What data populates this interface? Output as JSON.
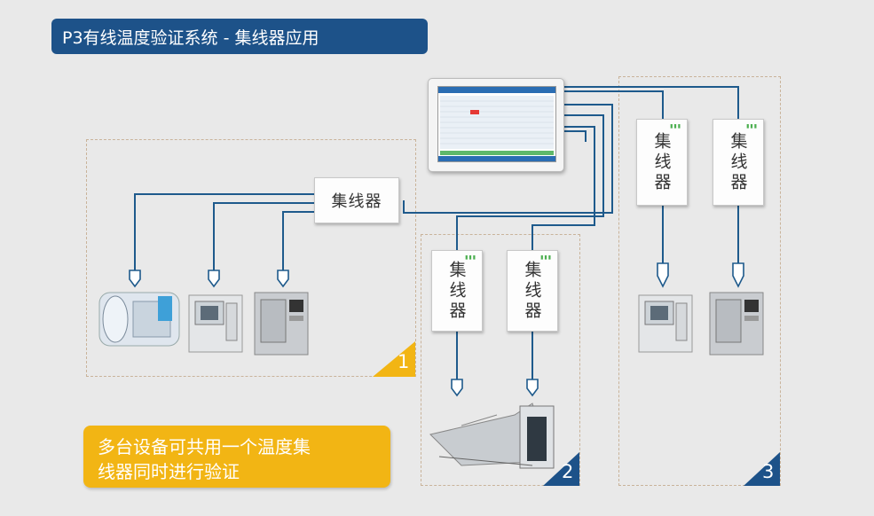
{
  "title": "P3有线温度验证系统 - 集线器应用",
  "hub_label": "集线器",
  "hub_led": "▮▮▮",
  "callout": {
    "line1": "多台设备可共用一个温度集",
    "line2": "线器同时进行验证"
  },
  "zones": {
    "zone1": "1",
    "zone2": "2",
    "zone3": "3"
  },
  "colors": {
    "title_bg": "#1d5289",
    "wire": "#1e5a8c",
    "callout": "#f2b514",
    "badge_yellow": "#f2b514",
    "badge_blue": "#1d5289"
  }
}
